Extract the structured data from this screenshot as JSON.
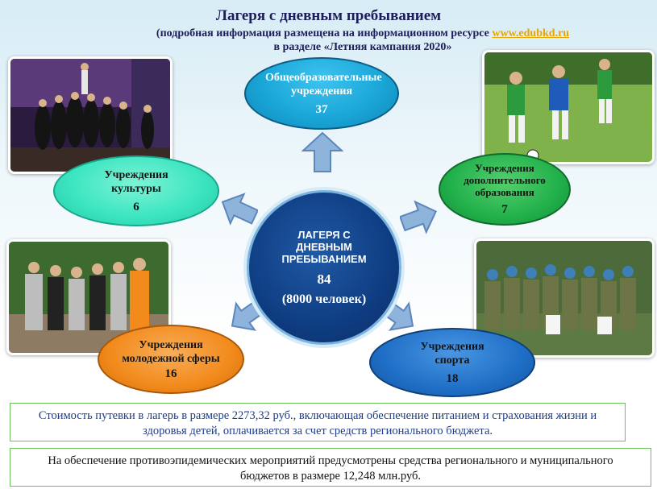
{
  "header": {
    "title": "Лагеря с дневным пребыванием",
    "subtitle_prefix": "(подробная информация размещена на информационном ресурсе ",
    "subtitle_link": "www.edubkd.ru",
    "subtitle_suffix": "в разделе «Летняя кампания 2020»"
  },
  "center": {
    "label": "ЛАГЕРЯ С ДНЕВНЫМ ПРЕБЫВАНИЕМ",
    "count": "84",
    "people": "(8000 человек)"
  },
  "nodes": {
    "education": {
      "label": "Общеобразовательные учреждения",
      "count": "37",
      "color": "#1aa7d8"
    },
    "culture": {
      "label": "Учреждения культуры",
      "count": "6",
      "color": "#3ee6c1"
    },
    "additional": {
      "label": "Учреждения дополнительного образования",
      "count": "7",
      "color": "#21b04a"
    },
    "youth": {
      "label": "Учреждения молодежной сферы",
      "count": "16",
      "color": "#f28a1c"
    },
    "sport": {
      "label": "Учреждения спорта",
      "count": "18",
      "color": "#1f6fc7"
    }
  },
  "notes": {
    "cost": "Стоимость путевки в лагерь в размере 2273,32 руб., включающая обеспечение питанием и страхования жизни и здоровья детей, оплачивается за счет средств регионального бюджета.",
    "funding": "На обеспечение противоэпидемических мероприятий предусмотрены средства регионального и муниципального бюджетов в размере 12,248 млн.руб."
  },
  "colors": {
    "arrow": "#8fb4dc",
    "note_border": "#6bbf59",
    "note_text_blue": "#1f3c88"
  }
}
